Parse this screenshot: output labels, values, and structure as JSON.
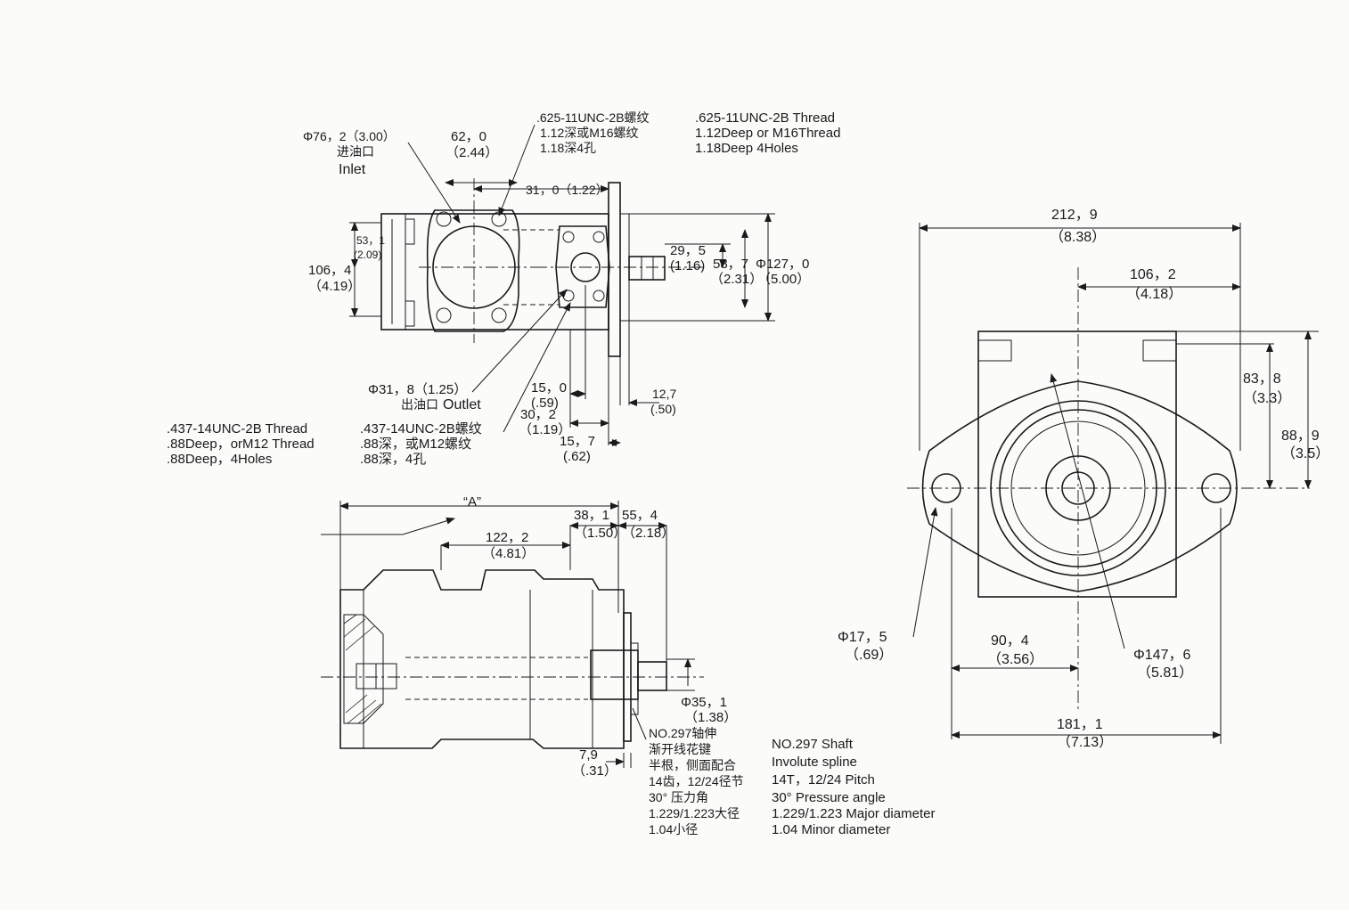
{
  "labels": {
    "inlet_dia": "Φ76，2（3.00）",
    "inlet_cn": "进油口",
    "inlet_en": "Inlet",
    "dim_62": "62，0",
    "dim_62_in": "（2.44）",
    "dim_31": "31，0（1.22）",
    "thread_cn_1": ".625-11UNC-2B螺纹",
    "thread_cn_2": "1.12深或M16螺纹",
    "thread_cn_3": "1.18深4孔",
    "thread_en_1": ".625-11UNC-2B Thread",
    "thread_en_2": "1.12Deep or M16Thread",
    "thread_en_3": "1.18Deep   4Holes",
    "dim_53": "53，1",
    "dim_53_in": "(2.09)",
    "dim_106": "106，4",
    "dim_106_in": "（4.19）",
    "dim_29": "29，5",
    "dim_29_in": "(1.16)",
    "dim_58": "58，7",
    "dim_58_in": "（2.31）",
    "dim_127": "Φ127，0",
    "dim_127_in": "（5.00）",
    "outlet_dia": "Φ31，8（1.25）",
    "outlet_cn": "出油口",
    "outlet_en": "Outlet",
    "dim_15": "15，0",
    "dim_15_in": "(.59)",
    "dim_30": "30，2",
    "dim_30_in": "（1.19）",
    "dim_15_7": "15，7",
    "dim_15_7_in": "(.62)",
    "dim_12": "12,7",
    "dim_12_in": "(.50)",
    "out_thread_en_1": ".437-14UNC-2B Thread",
    "out_thread_en_2": ".88Deep，orM12 Thread",
    "out_thread_en_3": ".88Deep，4Holes",
    "out_thread_cn_1": ".437-14UNC-2B螺纹",
    "out_thread_cn_2": ".88深，或M12螺纹",
    "out_thread_cn_3": ".88深，4孔",
    "view_a": "“A”",
    "dim_122": "122，2",
    "dim_122_in": "（4.81）",
    "dim_38": "38，1",
    "dim_38_in": "（1.50）",
    "dim_55": "55，4",
    "dim_55_in": "（2.18）",
    "dim_35": "Φ35，1",
    "dim_35_in": "（1.38）",
    "dim_7": "7,9",
    "dim_7_in": "（.31）",
    "shaft_cn_1": "NO.297轴伸",
    "shaft_cn_2": "渐开线花键",
    "shaft_cn_3": "半根，侧面配合",
    "shaft_cn_4": "14齿，12/24径节",
    "shaft_cn_5": "30° 压力角",
    "shaft_cn_6": "1.229/1.223大径",
    "shaft_cn_7": "1.04小径",
    "shaft_en_1": "NO.297 Shaft",
    "shaft_en_2": "Involute spline",
    "shaft_en_3": "14T，12/24 Pitch",
    "shaft_en_4": "30° Pressure angle",
    "shaft_en_5": "1.229/1.223 Major diameter",
    "shaft_en_6": "1.04 Minor diameter",
    "dim_212": "212，9",
    "dim_212_in": "（8.38）",
    "dim_106_2": "106，2",
    "dim_106_2_in": "（4.18）",
    "dim_83": "83，8",
    "dim_83_in": "（3.3）",
    "dim_88": "88，9",
    "dim_88_in": "（3.5）",
    "dim_17": "Φ17，5",
    "dim_17_in": "（.69）",
    "dim_90": "90，4",
    "dim_90_in": "（3.56）",
    "dim_147": "Φ147，6",
    "dim_147_in": "（5.81）",
    "dim_181": "181，1",
    "dim_181_in": "（7.13）"
  }
}
